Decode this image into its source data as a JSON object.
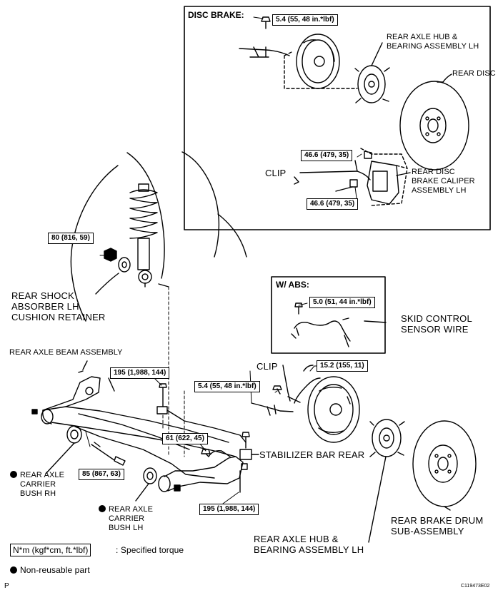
{
  "frames": {
    "disc_brake_title": "DISC BRAKE:",
    "abs_title": "W/ ABS:"
  },
  "torque": {
    "disc_plate_bolt": "5.4 (55, 48 in.*lbf)",
    "caliper_upper": "46.6 (479, 35)",
    "caliper_lower": "46.6 (479, 35)",
    "shock_nut": "80 (816, 59)",
    "abs_sensor_bolt": "5.0 (51, 44 in.*lbf)",
    "stab_link_upper": "195 (1,988, 144)",
    "drum_plate_bolt": "5.4 (55, 48 in.*lbf)",
    "brake_line_union": "15.2 (155, 11)",
    "stab_bar_bolt": "61 (622, 45)",
    "carrier_bolt": "85 (867, 63)",
    "stab_link_lower": "195 (1,988, 144)"
  },
  "labels": {
    "rear_axle_hub_top_line1": "REAR AXLE HUB &",
    "rear_axle_hub_top_line2": "BEARING ASSEMBLY LH",
    "rear_disc": "REAR DISC",
    "clip_top": "CLIP",
    "caliper_line1": "REAR DISC",
    "caliper_line2": "BRAKE CALIPER",
    "caliper_line3": "ASSEMBLY LH",
    "shock_line1": "REAR SHOCK",
    "shock_line2": "ABSORBER LH",
    "shock_line3": "CUSHION RETAINER",
    "axle_beam": "REAR AXLE BEAM ASSEMBLY",
    "skid_line1": "SKID CONTROL",
    "skid_line2": "SENSOR WIRE",
    "clip_bottom": "CLIP",
    "stab_bar": "STABILIZER BAR REAR",
    "bush_rh_line1": "REAR AXLE",
    "bush_rh_line2": "CARRIER",
    "bush_rh_line3": "BUSH RH",
    "bush_lh_line1": "REAR AXLE",
    "bush_lh_line2": "CARRIER",
    "bush_lh_line3": "BUSH LH",
    "drum_line1": "REAR BRAKE DRUM",
    "drum_line2": "SUB-ASSEMBLY",
    "hub_bottom_line1": "REAR AXLE HUB &",
    "hub_bottom_line2": "BEARING ASSEMBLY LH"
  },
  "legend": {
    "torque_unit": "N*m (kgf*cm, ft.*lbf)",
    "torque_desc": ": Specified torque",
    "non_reusable": "Non-reusable part"
  },
  "footer": {
    "page_letter": "P",
    "figure_code": "C119473E02"
  }
}
